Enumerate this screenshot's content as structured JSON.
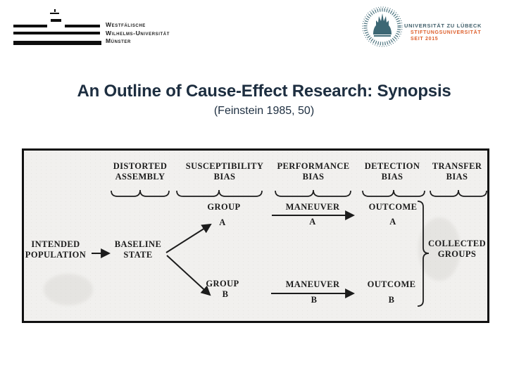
{
  "slide": {
    "title": "An Outline of Cause-Effect Research: Synopsis",
    "subtitle": "(Feinstein 1985, 50)"
  },
  "logos": {
    "wwu": {
      "lines": [
        "Westfälische",
        "Wilhelms-Universität",
        "Münster"
      ]
    },
    "luebeck": {
      "line1": "UNIVERSITÄT ZU LÜBECK",
      "line2": "STIFTUNGSUNIVERSITÄT",
      "line3": "SEIT 2015"
    }
  },
  "colors": {
    "title_navy": "#1d2e40",
    "luebeck_blue": "#42606b",
    "luebeck_orange": "#dd5e2a",
    "seal_teal": "#2c5a68",
    "figure_ink": "#1c1c1c",
    "figure_paper": "#f1f0ee"
  },
  "figure": {
    "bias_row": {
      "distorted": "DISTORTED\nASSEMBLY",
      "susceptibility": "SUSCEPTIBILITY\nBIAS",
      "performance": "PERFORMANCE\nBIAS",
      "detection": "DETECTION\nBIAS",
      "transfer": "TRANSFER\nBIAS"
    },
    "nodes": {
      "intended": "INTENDED\nPOPULATION",
      "baseline": "BASELINE\nSTATE",
      "group": "GROUP",
      "maneuver": "MANEUVER",
      "outcome": "OUTCOME",
      "a": "A",
      "b": "B",
      "collected": "COLLECTED\nGROUPS"
    }
  }
}
